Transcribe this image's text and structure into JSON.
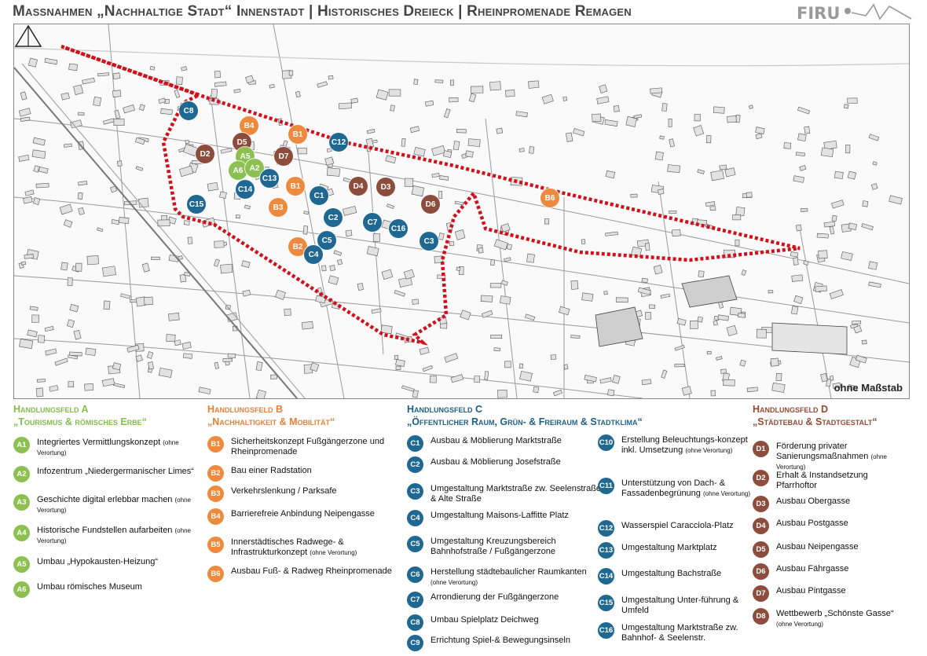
{
  "title": "Massnahmen „Nachhaltige Stadt“ Innenstadt | Historisches Dreieck | Rheinpromenade Remagen",
  "logo_text": "FIRU",
  "scale_label": "ohne Maßstab",
  "colors": {
    "A": "#8cc152",
    "B": "#ee8a3d",
    "C": "#1f6892",
    "D": "#8c4d3c",
    "boundary": "#d0101a"
  },
  "map_markers": [
    {
      "id": "C8"
    },
    {
      "id": "B4"
    },
    {
      "id": "B1"
    },
    {
      "id": "C12"
    },
    {
      "id": "D5"
    },
    {
      "id": "D2"
    },
    {
      "id": "A5"
    },
    {
      "id": "D7"
    },
    {
      "id": "A6"
    },
    {
      "id": "A2"
    },
    {
      "id": "C13"
    },
    {
      "id": "C14"
    },
    {
      "id": "B1"
    },
    {
      "id": "C1"
    },
    {
      "id": "D4"
    },
    {
      "id": "D3"
    },
    {
      "id": "B6"
    },
    {
      "id": "C15"
    },
    {
      "id": "B3"
    },
    {
      "id": "C2"
    },
    {
      "id": "C7"
    },
    {
      "id": "D6"
    },
    {
      "id": "C16"
    },
    {
      "id": "C5"
    },
    {
      "id": "C3"
    },
    {
      "id": "B2"
    },
    {
      "id": "C4"
    }
  ],
  "legend": [
    {
      "key": "A",
      "title1": "Handlungsfeld A",
      "title2": "„Tourismus & römisches Erbe“",
      "items": [
        {
          "id": "A1",
          "text": "Integriertes Vermittlungskonzept",
          "note": "(ohne Verortung)"
        },
        {
          "id": "A2",
          "text": "Infozentrum „Niedergermanischer Limes“",
          "note": ""
        },
        {
          "id": "A3",
          "text": "Geschichte digital erlebbar machen",
          "note": "(ohne Verortung)"
        },
        {
          "id": "A4",
          "text": "Historische Fundstellen aufarbeiten",
          "note": "(ohne Verortung)"
        },
        {
          "id": "A5",
          "text": "Umbau „Hypokausten-Heizung“",
          "note": ""
        },
        {
          "id": "A6",
          "text": "Umbau römisches Museum",
          "note": ""
        }
      ]
    },
    {
      "key": "B",
      "title1": "Handlungsfeld B",
      "title2": "„Nachhaltigkeit & Mobilität“",
      "items": [
        {
          "id": "B1",
          "text": "Sicherheitskonzept Fußgängerzone und Rheinpromenade",
          "note": ""
        },
        {
          "id": "B2",
          "text": "Bau einer Radstation",
          "note": ""
        },
        {
          "id": "B3",
          "text": "Verkehrslenkung / Parksafe",
          "note": ""
        },
        {
          "id": "B4",
          "text": "Barrierefreie Anbindung Neipengasse",
          "note": ""
        },
        {
          "id": "B5",
          "text": "Innerstädtisches Radwege- & Infrastrukturkonzept",
          "note": "(ohne Verortung)"
        },
        {
          "id": "B6",
          "text": "Ausbau Fuß- & Radweg Rheinpromenade",
          "note": ""
        }
      ]
    },
    {
      "key": "C",
      "title1": "Handlungsfeld C",
      "title2": "„Öffentlicher Raum, Grün- & Freiraum & Stadtklima“",
      "items": [
        {
          "id": "C1",
          "text": "Ausbau & Möblierung Marktstraße",
          "note": ""
        },
        {
          "id": "C2",
          "text": "Ausbau & Möblierung Josefstraße",
          "note": ""
        },
        {
          "id": "C3",
          "text": "Umgestaltung Marktstraße zw. Seelenstraße & Alte Straße",
          "note": ""
        },
        {
          "id": "C4",
          "text": "Umgestaltung Maisons-Laffitte Platz",
          "note": ""
        },
        {
          "id": "C5",
          "text": "Umgestaltung Kreuzungsbereich Bahnhofstraße / Fußgängerzone",
          "note": ""
        },
        {
          "id": "C6",
          "text": "Herstellung städtebaulicher Raumkanten",
          "note": "(ohne Verortung)"
        },
        {
          "id": "C7",
          "text": "Arrondierung der Fußgängerzone",
          "note": ""
        },
        {
          "id": "C8",
          "text": "Umbau Spielplatz Deichweg",
          "note": ""
        },
        {
          "id": "C9",
          "text": "Errichtung Spiel-& Bewegungsinseln",
          "note": ""
        }
      ],
      "items2": [
        {
          "id": "C10",
          "text": "Erstellung Beleuchtungs-konzept inkl. Umsetzung",
          "note": "(ohne Verortung)"
        },
        {
          "id": "C11",
          "text": "Unterstützung von Dach- & Fassadenbegrünung",
          "note": "(ohne Verortung)"
        },
        {
          "id": "C12",
          "text": "Wasserspiel Caracciola-Platz",
          "note": ""
        },
        {
          "id": "C13",
          "text": "Umgestaltung Marktplatz",
          "note": ""
        },
        {
          "id": "C14",
          "text": "Umgestaltung Bachstraße",
          "note": ""
        },
        {
          "id": "C15",
          "text": "Umgestaltung Unter-führung & Umfeld",
          "note": ""
        },
        {
          "id": "C16",
          "text": "Umgestaltung Marktstraße zw. Bahnhof- & Seelenstr.",
          "note": ""
        }
      ]
    },
    {
      "key": "D",
      "title1": "Handlungsfeld D",
      "title2": "„Städtebau & Stadtgestalt“",
      "items": [
        {
          "id": "D1",
          "text": "Förderung privater Sanierungsmaßnahmen",
          "note": "(ohne Verortung)"
        },
        {
          "id": "D2",
          "text": "Erhalt & Instandsetzung Pfarrhoftor",
          "note": ""
        },
        {
          "id": "D3",
          "text": "Ausbau Obergasse",
          "note": ""
        },
        {
          "id": "D4",
          "text": "Ausbau Postgasse",
          "note": ""
        },
        {
          "id": "D5",
          "text": "Ausbau Neipengasse",
          "note": ""
        },
        {
          "id": "D6",
          "text": "Ausbau Fährgasse",
          "note": ""
        },
        {
          "id": "D7",
          "text": "Ausbau Pintgasse",
          "note": ""
        },
        {
          "id": "D8",
          "text": "Wettbewerb „Schönste Gasse“",
          "note": "(ohne Verortung)"
        }
      ]
    }
  ]
}
